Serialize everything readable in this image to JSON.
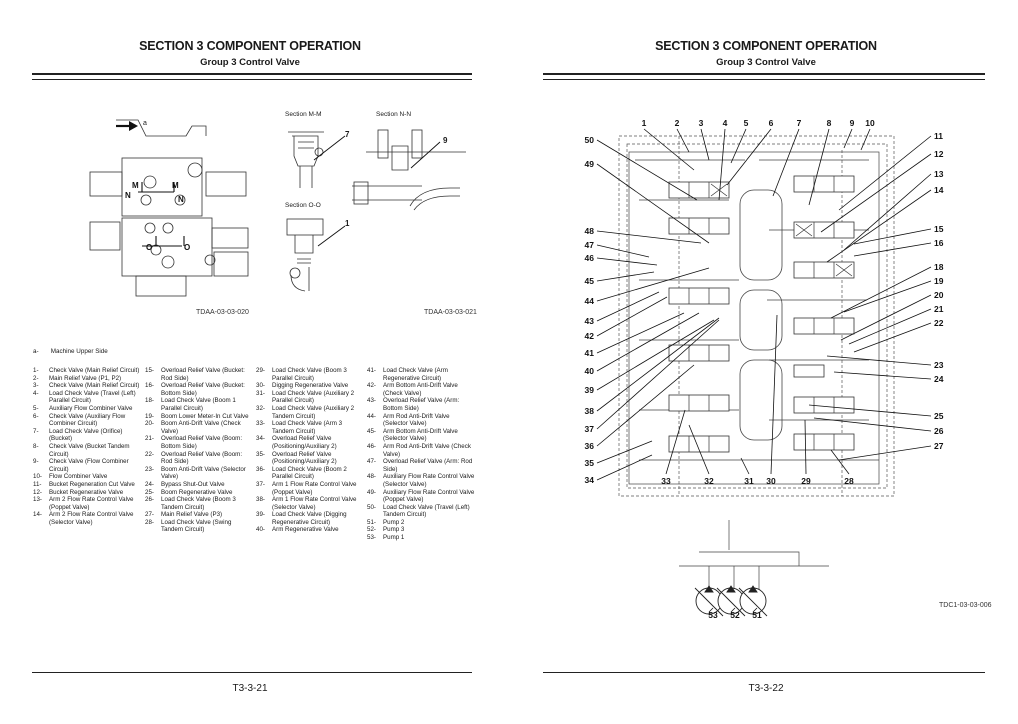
{
  "pages": [
    {
      "header": {
        "title": "SECTION 3 COMPONENT OPERATION",
        "subtitle": "Group 3 Control Valve"
      },
      "footer": {
        "page_number": "T3-3-21"
      },
      "figures": {
        "left_code": "TDAA-03-03-020",
        "right_code": "TDAA-03-03-021",
        "arrow_label": "a",
        "sections": [
          "Section M-M",
          "Section N-N",
          "Section O-O"
        ],
        "section_callouts": [
          "7",
          "9",
          "1"
        ],
        "cut_marks": [
          "M",
          "M",
          "N",
          "N",
          "O",
          "O"
        ]
      },
      "caption_a": {
        "key": "a-",
        "text": "Machine Upper Side"
      },
      "legend": [
        [
          {
            "num": "1-",
            "text": "Check Valve (Main Relief Circuit)"
          },
          {
            "num": "2-",
            "text": "Main Relief Valve (P1, P2)"
          },
          {
            "num": "3-",
            "text": "Check Valve (Main Relief Circuit)"
          },
          {
            "num": "4-",
            "text": "Load Check Valve (Travel (Left) Parallel Circuit)"
          },
          {
            "num": "5-",
            "text": "Auxiliary Flow Combiner Valve"
          },
          {
            "num": "6-",
            "text": "Check Valve (Auxiliary Flow Combiner Circuit)"
          },
          {
            "num": "7-",
            "text": "Load Check Valve (Orifice) (Bucket)"
          },
          {
            "num": "8-",
            "text": "Check Valve (Bucket Tandem Circuit)"
          },
          {
            "num": "9-",
            "text": "Check Valve (Flow Combiner Circuit)"
          },
          {
            "num": "10-",
            "text": "Flow Combiner Valve"
          },
          {
            "num": "11-",
            "text": "Bucket Regeneration Cut Valve"
          },
          {
            "num": "12-",
            "text": "Bucket Regenerative Valve"
          },
          {
            "num": "13-",
            "text": "Arm 2 Flow Rate Control Valve (Poppet Valve)"
          },
          {
            "num": "14-",
            "text": "Arm 2 Flow Rate Control Valve (Selector Valve)"
          }
        ],
        [
          {
            "num": "15-",
            "text": "Overload Relief Valve (Bucket: Rod Side)"
          },
          {
            "num": "16-",
            "text": "Overload Relief Valve (Bucket: Bottom Side)"
          },
          {
            "num": "18-",
            "text": "Load Check Valve (Boom 1 Parallel Circuit)"
          },
          {
            "num": "19-",
            "text": "Boom Lower Meter-In Cut Valve"
          },
          {
            "num": "20-",
            "text": "Boom Anti-Drift Valve (Check Valve)"
          },
          {
            "num": "21-",
            "text": "Overload Relief Valve (Boom: Bottom Side)"
          },
          {
            "num": "22-",
            "text": "Overload Relief Valve (Boom: Rod Side)"
          },
          {
            "num": "23-",
            "text": "Boom Anti-Drift Valve (Selector Valve)"
          },
          {
            "num": "24-",
            "text": "Bypass Shut-Out Valve"
          },
          {
            "num": "25-",
            "text": "Boom Regenerative Valve"
          },
          {
            "num": "26-",
            "text": "Load Check Valve (Boom 3 Tandem Circuit)"
          },
          {
            "num": "27-",
            "text": "Main Relief Valve (P3)"
          },
          {
            "num": "28-",
            "text": "Load Check Valve (Swing Tandem Circuit)"
          }
        ],
        [
          {
            "num": "29-",
            "text": "Load Check Valve (Boom 3 Parallel Circuit)"
          },
          {
            "num": "30-",
            "text": "Digging Regenerative Valve"
          },
          {
            "num": "31-",
            "text": "Load Check Valve (Auxiliary 2 Parallel Circuit)"
          },
          {
            "num": "32-",
            "text": "Load Check Valve (Auxiliary 2 Tandem Circuit)"
          },
          {
            "num": "33-",
            "text": "Load Check Valve (Arm 3 Tandem Circuit)"
          },
          {
            "num": "34-",
            "text": "Overload Relief Valve (Positioning/Auxiliary 2)"
          },
          {
            "num": "35-",
            "text": "Overload Relief Valve (Positioning/Auxiliary 2)"
          },
          {
            "num": "36-",
            "text": "Load Check Valve (Boom 2 Parallel Circuit)"
          },
          {
            "num": "37-",
            "text": "Arm 1 Flow Rate Control Valve (Poppet Valve)"
          },
          {
            "num": "38-",
            "text": "Arm 1 Flow Rate Control Valve (Selector Valve)"
          },
          {
            "num": "39-",
            "text": "Load Check Valve (Digging Regenerative Circuit)"
          },
          {
            "num": "40-",
            "text": "Arm Regenerative Valve"
          }
        ],
        [
          {
            "num": "41-",
            "text": "Load Check Valve (Arm Regenerative Circuit)"
          },
          {
            "num": "42-",
            "text": "Arm Bottom Anti-Drift Valve (Check Valve)"
          },
          {
            "num": "43-",
            "text": "Overload Relief Valve (Arm: Bottom Side)"
          },
          {
            "num": "44-",
            "text": "Arm Rod Anti-Drift Valve (Selector Valve)"
          },
          {
            "num": "45-",
            "text": "Arm Bottom Anti-Drift Valve (Selector Valve)"
          },
          {
            "num": "46-",
            "text": "Arm Rod Anti-Drift Valve (Check Valve)"
          },
          {
            "num": "47-",
            "text": "Overload Relief Valve (Arm: Rod Side)"
          },
          {
            "num": "48-",
            "text": "Auxiliary Flow Rate Control Valve (Selector Valve)"
          },
          {
            "num": "49-",
            "text": "Auxiliary Flow Rate Control Valve (Poppet Valve)"
          },
          {
            "num": "50-",
            "text": "Load Check Valve (Travel (Left) Tandem Circuit)"
          },
          {
            "num": "51-",
            "text": "Pump 2"
          },
          {
            "num": "52-",
            "text": "Pump 3"
          },
          {
            "num": "53-",
            "text": "Pump 1"
          }
        ]
      ]
    },
    {
      "header": {
        "title": "SECTION 3 COMPONENT OPERATION",
        "subtitle": "Group 3 Control Valve"
      },
      "footer": {
        "page_number": "T3-3-22"
      },
      "figure_code": "TDC1-03-03-006",
      "diagram_callouts": {
        "top": [
          "1",
          "2",
          "3",
          "4",
          "5",
          "6",
          "7",
          "8",
          "9",
          "10"
        ],
        "right": [
          "11",
          "12",
          "13",
          "14",
          "15",
          "16",
          "18",
          "19",
          "20",
          "21",
          "22",
          "23",
          "24",
          "25",
          "26",
          "27"
        ],
        "bottom": [
          "33",
          "32",
          "31",
          "30",
          "29",
          "28"
        ],
        "left": [
          "50",
          "49",
          "48",
          "47",
          "46",
          "45",
          "44",
          "43",
          "42",
          "41",
          "40",
          "39",
          "38",
          "37",
          "36",
          "35",
          "34"
        ],
        "pumps": [
          "53",
          "52",
          "51"
        ]
      }
    }
  ]
}
